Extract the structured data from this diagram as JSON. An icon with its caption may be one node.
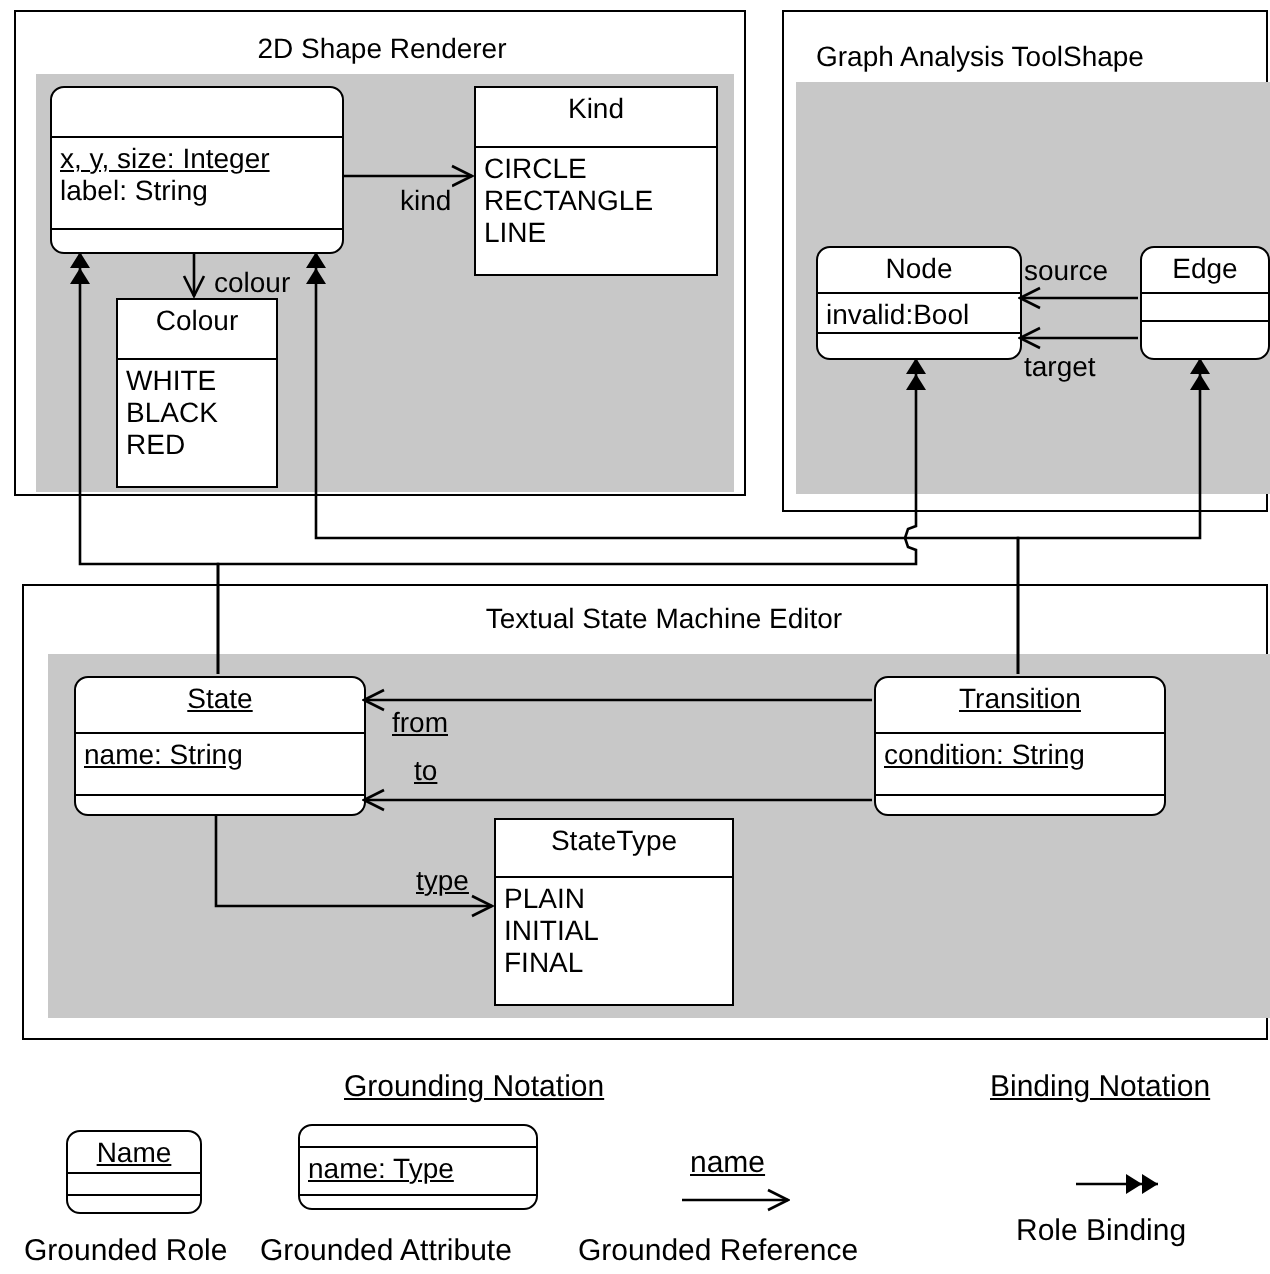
{
  "diagram": {
    "nodes": [
      {
        "text": [
          "2D Shape Renderer"
        ]
      },
      {
        "text": [
          "x, y, size: Integer",
          "label: String"
        ],
        "in": 0
      },
      {
        "text": [
          "Kind",
          "CIRCLE RECTANGLE LINE"
        ],
        "in": 0
      },
      {
        "text": [
          "Colour",
          "WHITE BLACK RED"
        ],
        "in": 0
      },
      {
        "text": [
          "Graph Analysis ToolShape"
        ]
      },
      {
        "text": [
          "Node",
          "invalid:Bool"
        ],
        "in": 4
      },
      {
        "text": [
          "Edge"
        ],
        "in": 4
      },
      {
        "text": [
          "Textual State Machine Editor"
        ]
      },
      {
        "text": [
          "State",
          "name: String"
        ],
        "in": 7
      },
      {
        "text": [
          "Transition",
          "condition: String"
        ],
        "in": 7
      },
      {
        "text": [
          "StateType",
          "PLAIN INITIAL FINAL"
        ],
        "in": 7
      },
      {
        "text": [
          "Name"
        ],
        "beside": [
          "Grounded Role"
        ]
      },
      {
        "text": [
          "name: Type"
        ],
        "beside": [
          "Grounded Attribute"
        ]
      }
    ],
    "edges": [
      {
        "from": 1,
        "to": 2,
        "arrow": "to",
        "label": "kind"
      },
      {
        "from": 1,
        "to": 3,
        "arrow": "to",
        "label": "colour"
      },
      {
        "from": 6,
        "to": 5,
        "arrow": "to",
        "label": "source"
      },
      {
        "from": 6,
        "to": 5,
        "arrow": "to",
        "label": "target"
      },
      {
        "from": 9,
        "to": 8,
        "arrow": "to",
        "label": "from"
      },
      {
        "from": 9,
        "to": 8,
        "arrow": "to",
        "label": "to"
      },
      {
        "from": 8,
        "to": 10,
        "arrow": "to",
        "label": "type"
      },
      {
        "from": 8,
        "to": 1,
        "arrow": "to"
      },
      {
        "from": 8,
        "to": 5,
        "arrow": "to"
      },
      {
        "from": 9,
        "to": 1,
        "arrow": "to"
      },
      {
        "from": 9,
        "to": 6,
        "arrow": "to"
      }
    ],
    "labels": [
      "Grounding Notation",
      "Binding Notation",
      "name",
      "Grounded Reference",
      "Role Binding"
    ]
  }
}
